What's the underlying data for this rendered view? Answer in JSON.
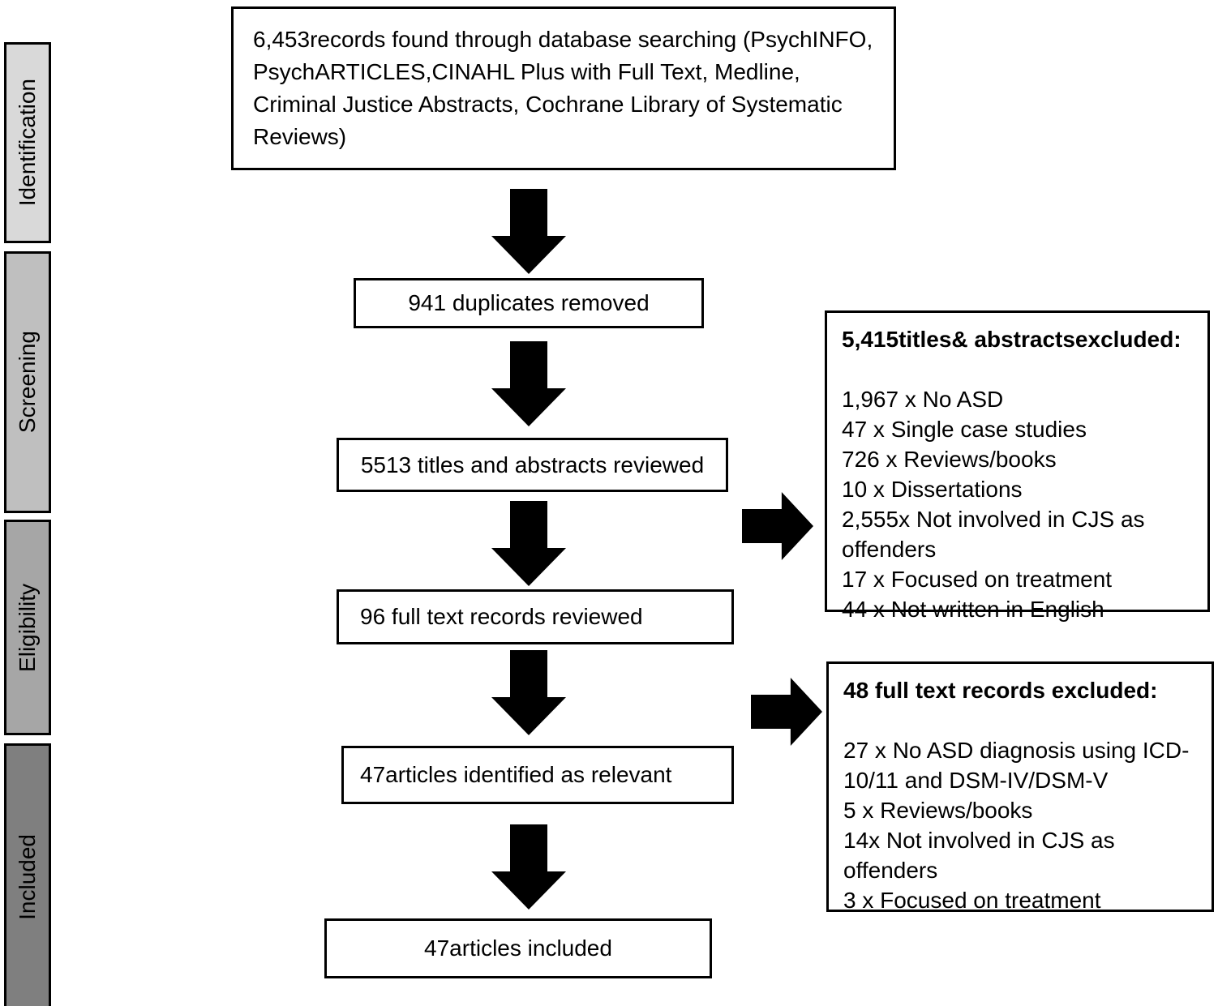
{
  "sidebar": {
    "stages": [
      {
        "label": "Identification",
        "color": "#d9d9d9"
      },
      {
        "label": "Screening",
        "color": "#bfbfbf"
      },
      {
        "label": "Eligibility",
        "color": "#a6a6a6"
      },
      {
        "label": "Included",
        "color": "#7f7f7f"
      }
    ]
  },
  "flow": {
    "records_found": "6,453records found through database searching (PsychINFO, PsychARTICLES,CINAHL Plus with Full Text, Medline, Criminal Justice Abstracts, Cochrane Library of Systematic Reviews)",
    "duplicates_removed": "941 duplicates removed",
    "titles_abstracts_reviewed": "5513 titles and abstracts reviewed",
    "full_text_reviewed": "96 full text records reviewed",
    "articles_relevant": "47articles identified as relevant",
    "articles_included": "47articles included"
  },
  "exclusions": {
    "titles_abstracts": {
      "heading": "5,415titles& abstractsexcluded:",
      "items": [
        "1,967 x No ASD",
        "47 x Single case studies",
        "726 x Reviews/books",
        "10 x Dissertations",
        "2,555x Not involved in CJS as offenders",
        "17 x Focused on treatment",
        "44 x Not written in English"
      ]
    },
    "full_text": {
      "heading": "48 full text records excluded:",
      "items": [
        "27 x No ASD diagnosis using ICD-10/11 and DSM-IV/DSM-V",
        "5 x Reviews/books",
        "14x Not involved in CJS as offenders",
        "3 x Focused on treatment"
      ]
    }
  },
  "arrow_color": "#000000"
}
